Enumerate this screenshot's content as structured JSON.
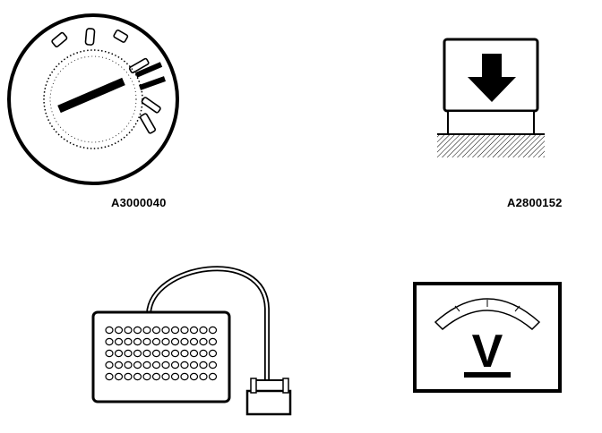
{
  "figures": {
    "ignition_switch": {
      "caption": "A3000040",
      "icon": "ignition-switch-icon"
    },
    "press_down": {
      "caption": "A2800152",
      "icon": "press-down-arrow-icon"
    },
    "tester": {
      "icon": "diagnostic-tester-icon"
    },
    "voltmeter": {
      "icon": "voltmeter-icon",
      "symbol": "V"
    }
  }
}
